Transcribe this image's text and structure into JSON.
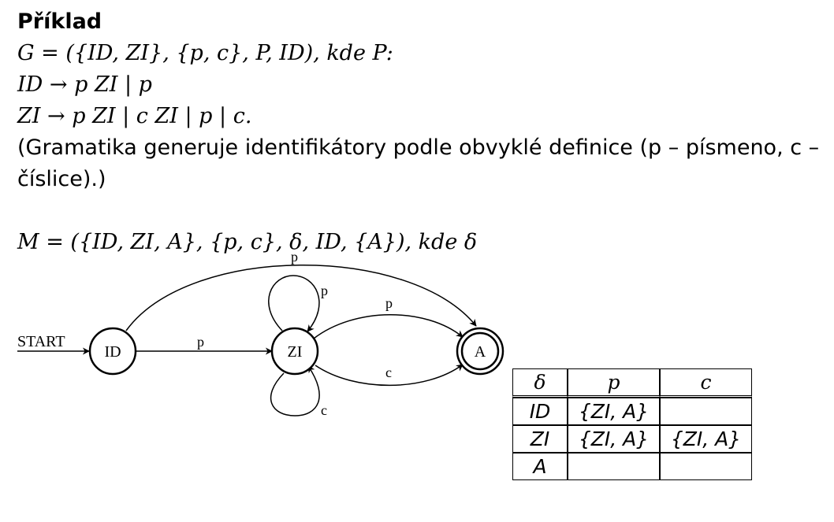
{
  "text": {
    "title": "Příklad",
    "grammar_def": "G = ({ID, ZI}, {p, c}, P, ID), kde P:",
    "rule_id": "ID → p ZI | p",
    "rule_zi": "ZI → p ZI | c ZI | p | c.",
    "note_line1": "(Gramatika generuje identifikátory podle obvyklé definice (p – písmeno, c –",
    "note_line2": "číslice).)",
    "automaton_def": "M = ({ID, ZI, A}, {p, c}, δ, ID, {A}), kde δ"
  },
  "diagram": {
    "start_label": "START",
    "states": {
      "id": "ID",
      "zi": "ZI",
      "a": "A"
    },
    "edges": {
      "id_to_a": "p",
      "id_to_zi": "p",
      "zi_loop_top": "p",
      "zi_loop_bottom": "c",
      "zi_to_a_top": "p",
      "zi_to_a_bottom": "c"
    },
    "final_state": "A"
  },
  "table": {
    "header": [
      "δ",
      "p",
      "c"
    ],
    "rows": [
      [
        "ID",
        "{ZI, A}",
        ""
      ],
      [
        "ZI",
        "{ZI, A}",
        "{ZI, A}"
      ],
      [
        "A",
        "",
        ""
      ]
    ]
  }
}
